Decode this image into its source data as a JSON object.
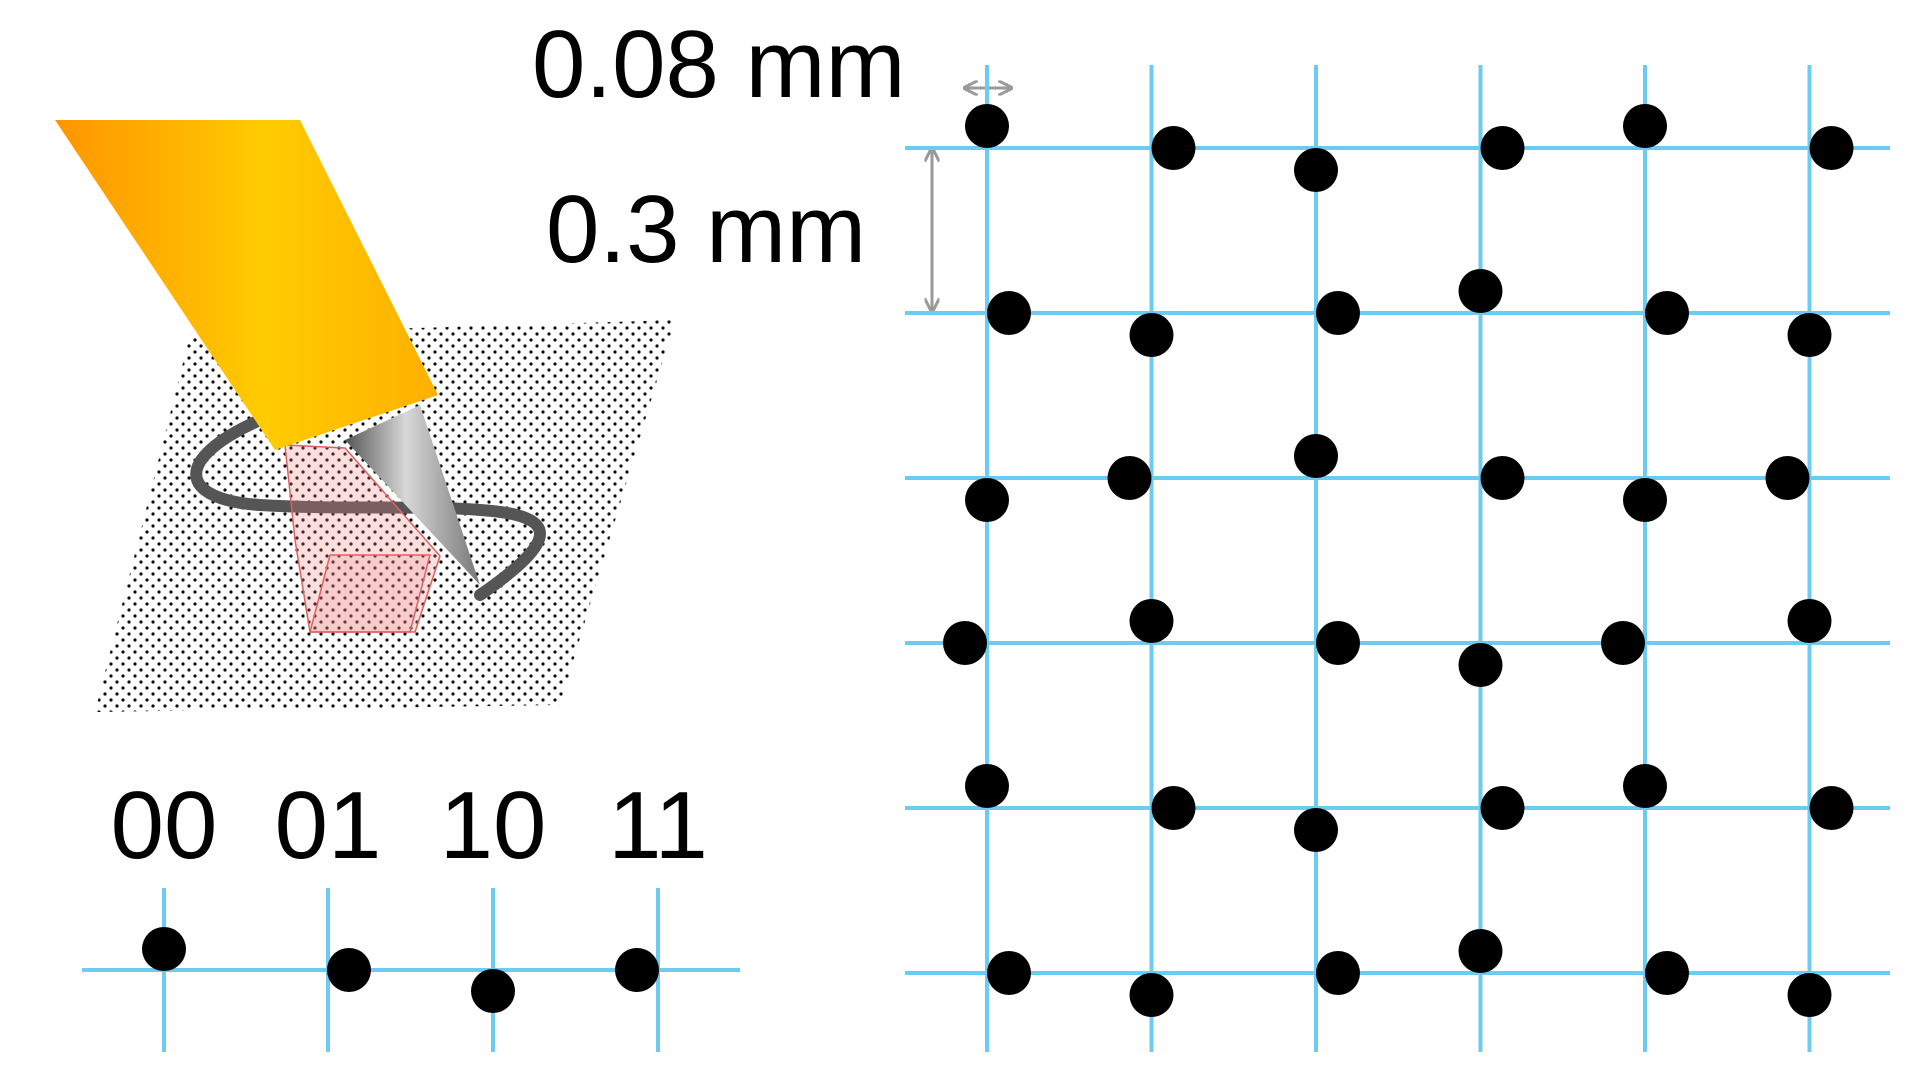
{
  "labels": {
    "dot_offset": "0.08 mm",
    "grid_spacing": "0.3 mm"
  },
  "encoding": [
    {
      "code": "00",
      "direction": "up"
    },
    {
      "code": "01",
      "direction": "right"
    },
    {
      "code": "10",
      "direction": "down"
    },
    {
      "code": "11",
      "direction": "left"
    }
  ],
  "grid_pattern": [
    [
      "up",
      "right",
      "down",
      "right",
      "up",
      "right"
    ],
    [
      "right",
      "down",
      "right",
      "up",
      "right",
      "down"
    ],
    [
      "down",
      "left",
      "up",
      "right",
      "down",
      "left"
    ],
    [
      "left",
      "up",
      "right",
      "down",
      "left",
      "up"
    ],
    [
      "up",
      "right",
      "down",
      "right",
      "up",
      "right"
    ],
    [
      "right",
      "down",
      "right",
      "up",
      "right",
      "down"
    ]
  ],
  "colors": {
    "grid_line": "#6ccbf0",
    "dot": "#000000",
    "dimension_arrow": "#9a9a9a",
    "pen_body_light": "#ffc800",
    "pen_body_dark": "#ff9a00",
    "stroke": "#555555",
    "camera_view": "#f08080"
  }
}
